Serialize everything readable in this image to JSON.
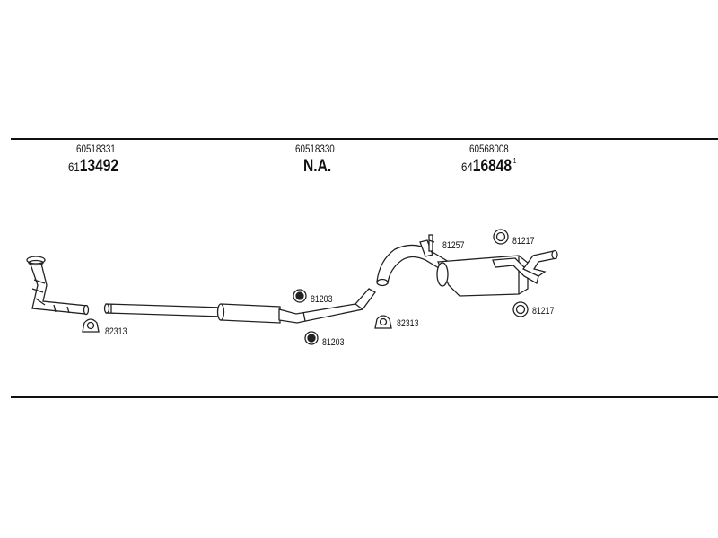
{
  "columns": [
    {
      "oe": "60518331",
      "part_prefix": "61",
      "part_main": "13492",
      "superscript": ""
    },
    {
      "oe": "60518330",
      "part_text": "N.A."
    },
    {
      "oe": "60568008",
      "part_prefix": "64",
      "part_main": "16848",
      "superscript": "1"
    }
  ],
  "hardware": {
    "clamp_front": "82313",
    "ring_upper_mid": "81203",
    "ring_lower_mid": "81203",
    "clamp_mid": "82313",
    "hanger_rear": "81257",
    "ring_rear_top": "81217",
    "ring_rear_bottom": "81217"
  }
}
